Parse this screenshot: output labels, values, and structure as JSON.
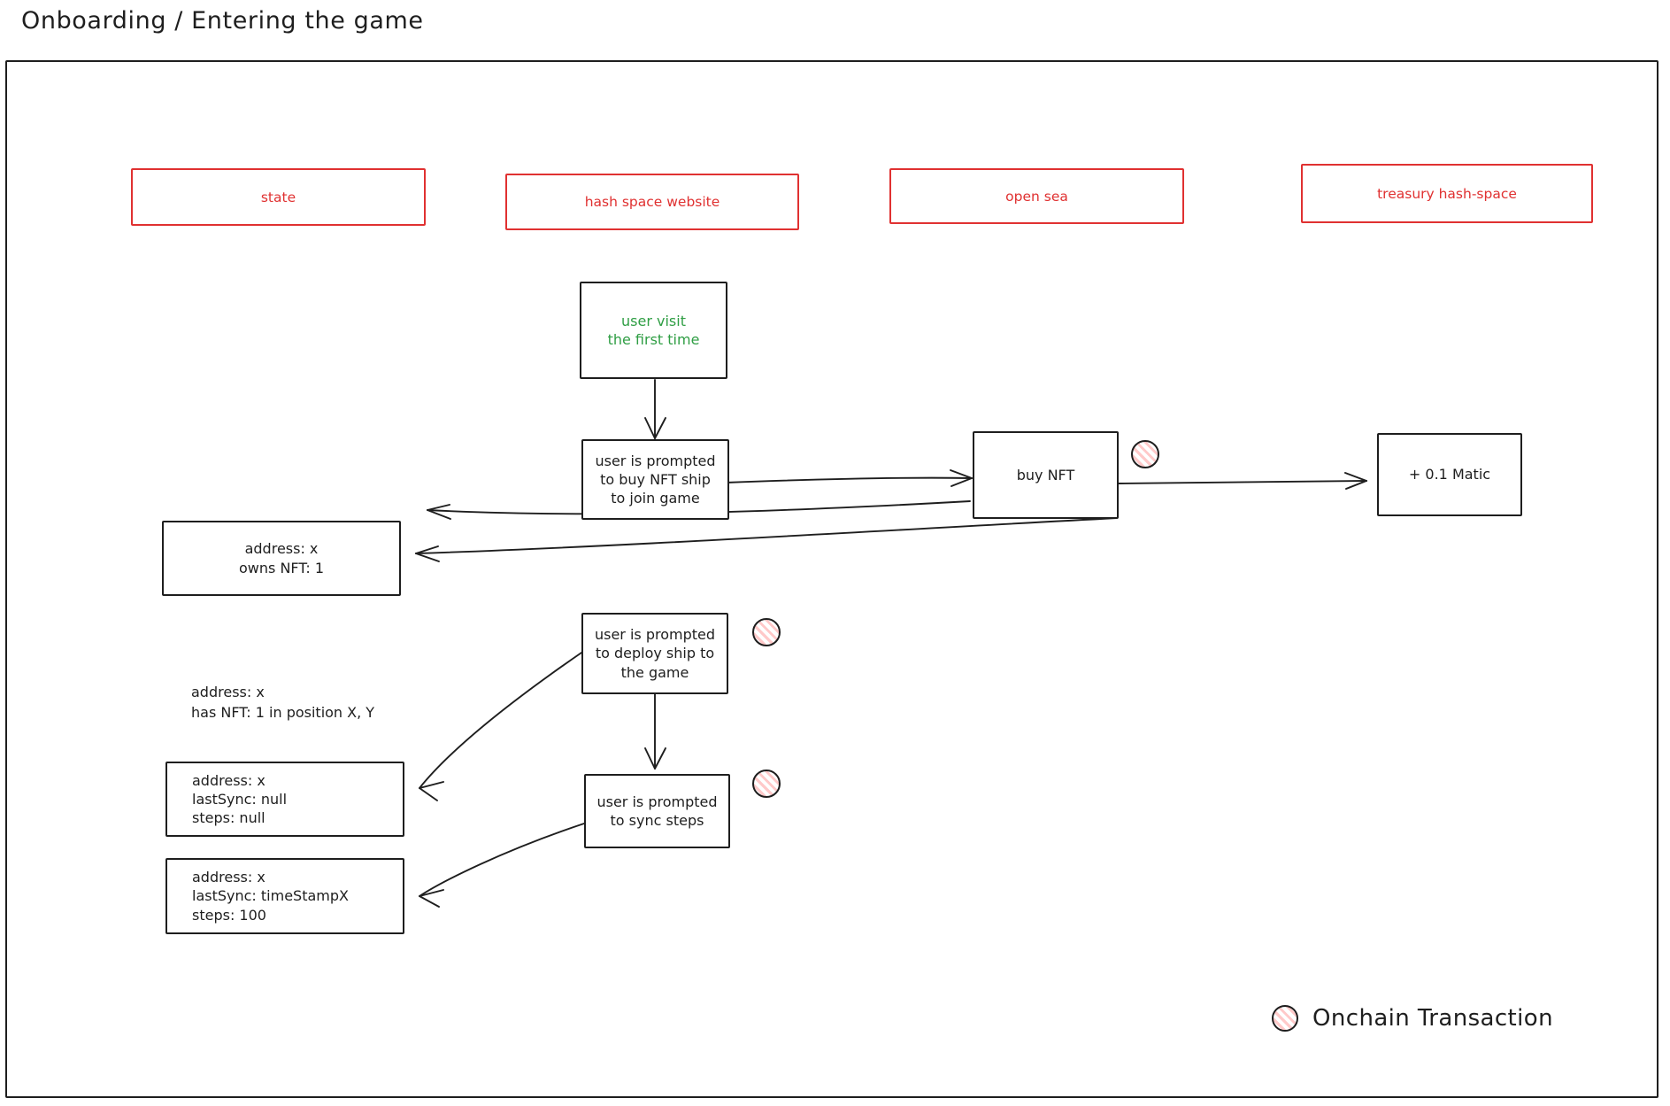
{
  "page": {
    "title": "Onboarding / Entering the game"
  },
  "lanes": [
    {
      "id": "state",
      "label": "state"
    },
    {
      "id": "website",
      "label": "hash space website"
    },
    {
      "id": "opensea",
      "label": "open sea"
    },
    {
      "id": "treasury",
      "label": "treasury hash-space"
    }
  ],
  "nodes": {
    "user_visit": {
      "text": "user visit\nthe first time"
    },
    "prompt_buy": {
      "text": "user is prompted\nto buy NFT ship\nto join game"
    },
    "buy_nft": {
      "text": "buy NFT"
    },
    "matic": {
      "text": "+ 0.1 Matic"
    },
    "state_owns": {
      "text": "address: x\nowns NFT: 1"
    },
    "prompt_deploy": {
      "text": "user is prompted\nto deploy ship to\nthe game"
    },
    "prompt_sync": {
      "text": "user is prompted\nto sync steps"
    },
    "state_null": {
      "text": "address: x\nlastSync: null\nsteps: null"
    },
    "state_synced": {
      "text": "address: x\nlastSync: timeStampX\nsteps: 100"
    }
  },
  "annotations": {
    "position_note": "address: x\nhas NFT: 1 in position X, Y"
  },
  "legend": {
    "label": "Onchain Transaction"
  },
  "colors": {
    "ink": "#1e1e1e",
    "lane_red": "#e03131",
    "green_text": "#2f9e44",
    "tx_hatch": "#ffc9c9"
  }
}
